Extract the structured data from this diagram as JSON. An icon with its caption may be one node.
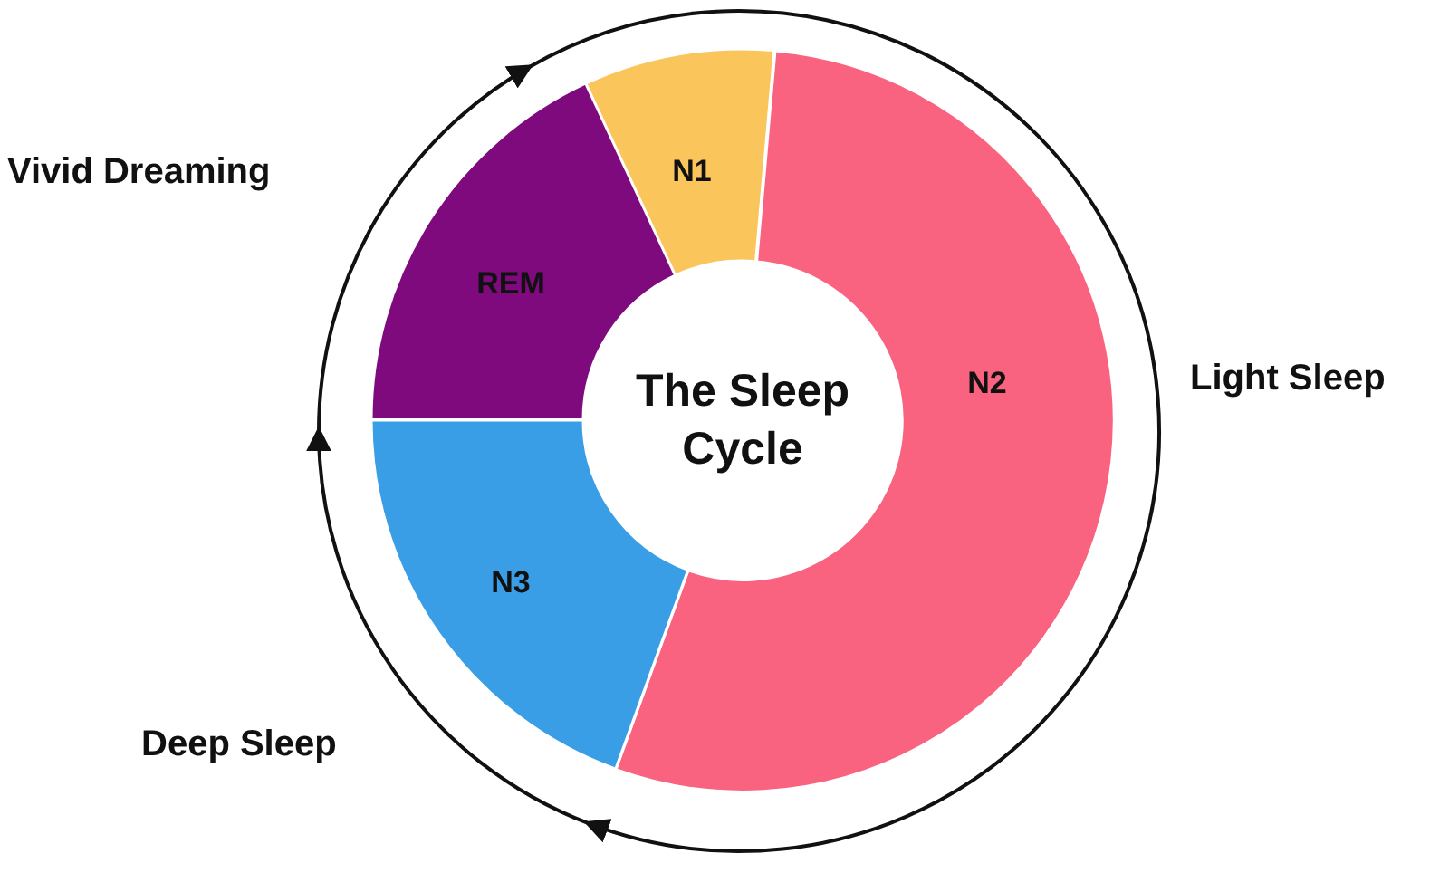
{
  "diagram": {
    "nodes": [
      {
        "text": [
          "N1"
        ]
      },
      {
        "text": [
          "REM"
        ]
      },
      {
        "text": [
          "N2"
        ]
      },
      {
        "text": [
          "The Sleep Cycle"
        ]
      },
      {
        "text": [
          "N3"
        ]
      }
    ],
    "labels": [
      "Vivid Dreaming",
      "Light Sleep",
      "Deep Sleep"
    ]
  }
}
